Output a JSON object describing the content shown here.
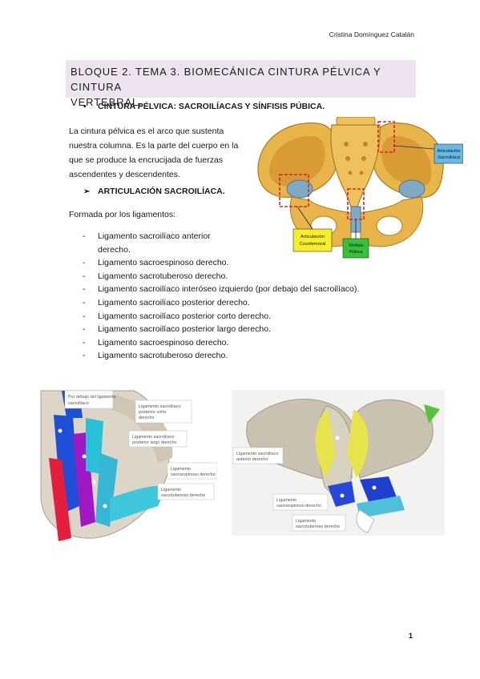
{
  "header": {
    "author": "Cristina Domínguez Catalán"
  },
  "title": {
    "line1": "BLOQUE 2. TEMA 3. BIOMECÁNICA CINTURA PÉLVICA Y CINTURA",
    "line2": "VERTEBRAL."
  },
  "section": {
    "bullet": "•",
    "heading": "CINTURA PÉLVICA: SACROILÍACAS Y SÍNFISIS PÚBICA."
  },
  "intro": {
    "text": "La cintura pélvica es el arco que sustenta nuestra columna. Es la parte del cuerpo en la que se produce la encrucijada de fuerzas ascendentes y descendentes."
  },
  "subsection": {
    "arrow": "➢",
    "heading": "ARTICULACIÓN SACROILÍACA."
  },
  "formada": "Formada por los ligamentos:",
  "ligaments": [
    "Ligamento sacroilíaco anterior derecho.",
    "Ligamento sacroespinoso derecho.",
    "Ligamento sacrotuberoso derecho.",
    "Ligamento sacroilíaco interóseo izquierdo (por debajo del sacroilíaco).",
    "Ligamento sacroilíaco posterior derecho.",
    "Ligamento sacroilíaco posterior corto derecho.",
    "Ligamento sacroilíaco posterior largo derecho.",
    "Ligamento sacroespinoso derecho.",
    "Ligamento sacrotuberoso derecho."
  ],
  "figure_pelvis": {
    "label_sacroiliaca_1": "Articulación",
    "label_sacroiliaca_2": "Sacroilíaca",
    "label_coxo_1": "Articulación",
    "label_coxo_2": "Coxofemoral",
    "label_sinfisis_1": "Sínfisis",
    "label_sinfisis_2": "Púbica"
  },
  "figure_posterior": {
    "lbl_a": "Por debajo del ligamento",
    "lbl_a2": "sacroilíaco",
    "lbl_b1": "Ligamento sacroilíaco",
    "lbl_b2": "posterior corto",
    "lbl_b3": "derecho",
    "lbl_c1": "Ligamento sacroilíaco",
    "lbl_c2": "posterior largo derecho",
    "lbl_d1": "Ligamento",
    "lbl_d2": "sacroespinoso derecho",
    "lbl_e1": "Ligamento",
    "lbl_e2": "sacrotuberoso derecho"
  },
  "figure_anterior": {
    "lbl_a1": "Ligamento sacroilíaco",
    "lbl_a2": "anterior derecho",
    "lbl_b1": "Ligamento",
    "lbl_b2": "sacroespinoso derecho",
    "lbl_c1": "Ligamento",
    "lbl_c2": "sacrotuberoso derecho"
  },
  "colors": {
    "title_bg": "#ece3ef",
    "bone": "#e8b54a",
    "cartilage": "#7fa9c4",
    "annotation_red": "#d8232a",
    "yellow_label": "#f7ee2b",
    "green_label": "#35c13b",
    "blue_label": "#66b8e6"
  },
  "page": {
    "number": "1"
  }
}
